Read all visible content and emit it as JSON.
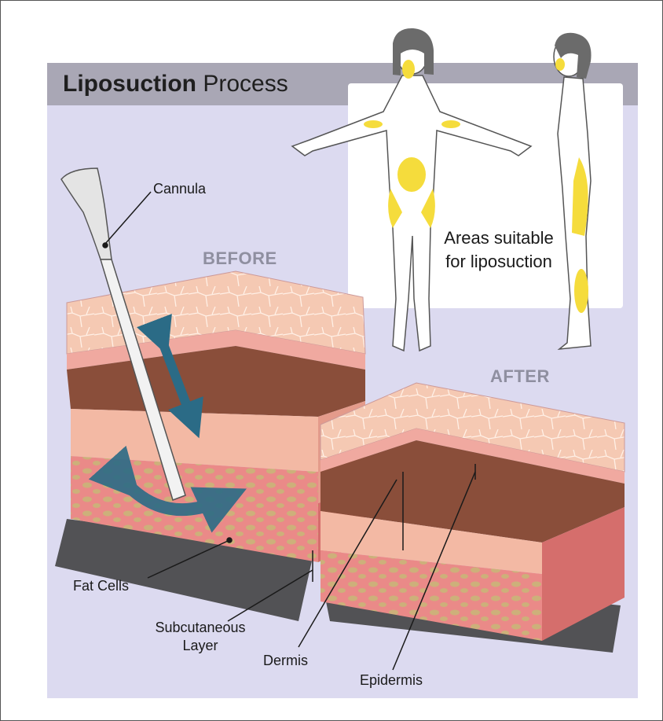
{
  "title": {
    "bold": "Liposuction",
    "rest": " Process"
  },
  "headers": {
    "before": "BEFORE",
    "after": "AFTER"
  },
  "areas_note": "Areas suitable for liposuction",
  "labels": {
    "cannula": "Cannula",
    "fat_cells": "Fat Cells",
    "subcutaneous_line1": "Subcutaneous",
    "subcutaneous_line2": "Layer",
    "dermis": "Dermis",
    "epidermis": "Epidermis"
  },
  "colors": {
    "panel": "#dcdaf0",
    "title_bar": "#a9a7b5",
    "epidermis": "#f5c9b3",
    "dermis_brown": "#8a4e3a",
    "dermis_pink": "#f3b9a4",
    "fat_layer": "#ea8a88",
    "fat_cell": "#cdb07a",
    "arrow": "#2b6b86",
    "highlight": "#f5dc3c"
  }
}
